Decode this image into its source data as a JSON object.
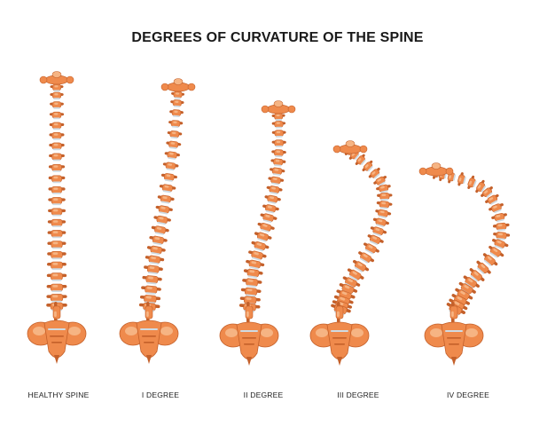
{
  "title": "DEGREES OF CURVATURE OF THE SPINE",
  "colors": {
    "bone": "#ef8a4c",
    "bone_light": "#f6b483",
    "bone_shadow": "#c4602a",
    "disc": "#cfdbe3",
    "text": "#1a1a1a"
  },
  "spines": [
    {
      "label": "HEALTHY SPINE",
      "stage": "healthy"
    },
    {
      "label": "I DEGREE",
      "stage": "I"
    },
    {
      "label": "II DEGREE",
      "stage": "II"
    },
    {
      "label": "III DEGREE",
      "stage": "III"
    },
    {
      "label": "IV DEGREE",
      "stage": "IV"
    }
  ]
}
